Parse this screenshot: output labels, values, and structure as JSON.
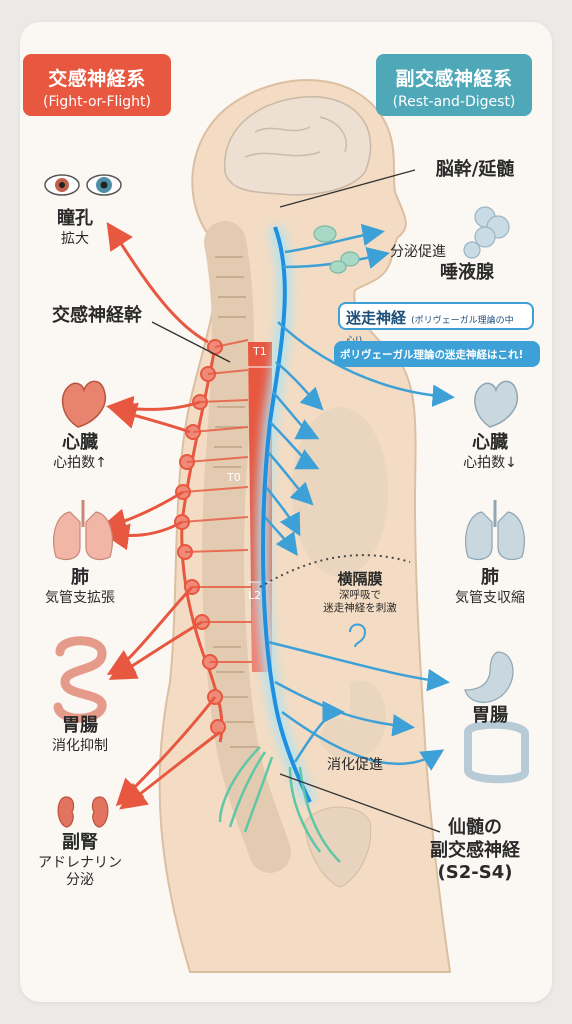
{
  "sympathetic": {
    "title": "交感神経系",
    "subtitle": "(Fight-or-Flight)",
    "color": "#e8573f"
  },
  "parasympathetic": {
    "title": "副交感神経系",
    "subtitle": "(Rest-and-Digest)",
    "color": "#4fa8b8"
  },
  "brainstem_label": "脳幹/延髄",
  "sympathetic_trunk_label": "交感神経幹",
  "segments": {
    "t1": "T1",
    "t6": "T0",
    "l2": "L2"
  },
  "vagus": {
    "title": "迷走神経",
    "note": "(ポリヴェーガル理論の中心!)",
    "banner": "ポリヴェーガル理論の迷走神経はこれ!"
  },
  "left_organs": [
    {
      "name": "瞳孔",
      "effect": "拡大"
    },
    {
      "name": "心臓",
      "effect": "心拍数↑"
    },
    {
      "name": "肺",
      "effect": "気管支拡張"
    },
    {
      "name": "胃腸",
      "effect": "消化抑制"
    },
    {
      "name": "副腎",
      "effect": "アドレナリン\n分泌"
    }
  ],
  "right_organs": [
    {
      "name": "唾液腺",
      "effect": "分泌促進"
    },
    {
      "name": "心臓",
      "effect": "心拍数↓"
    },
    {
      "name": "肺",
      "effect": "気管支収縮"
    },
    {
      "name": "胃腸",
      "effect": "消化促進"
    }
  ],
  "diaphragm": {
    "title": "横隔膜",
    "note": "深呼吸で\n迷走神経を刺激"
  },
  "sacral": {
    "line1": "仙髄の",
    "line2": "副交感神経",
    "line3": "(S2-S4)"
  }
}
